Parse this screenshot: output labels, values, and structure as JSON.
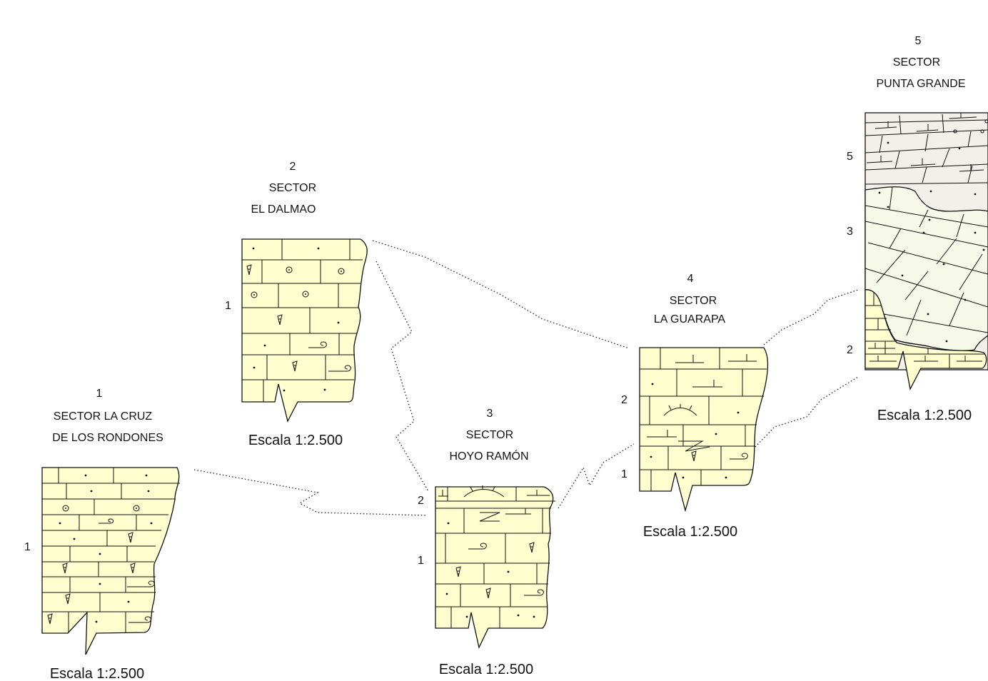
{
  "colors": {
    "limestone": "#fefecf",
    "upper_unit": "#f3efe9",
    "middle_unit": "#f6f8e8",
    "line": "#111111",
    "background": "#ffffff"
  },
  "sections": [
    {
      "number": "1",
      "title_line1": "SECTOR LA CRUZ",
      "title_line2": "DE LOS RONDONES",
      "scale": "Escala 1:2.500",
      "units": [
        "1"
      ]
    },
    {
      "number": "2",
      "title_line1": "SECTOR",
      "title_line2": "EL DALMAO",
      "scale": "Escala 1:2.500",
      "units": [
        "1"
      ]
    },
    {
      "number": "3",
      "title_line1": "SECTOR",
      "title_line2": "HOYO RAMÓN",
      "scale": "Escala 1:2.500",
      "units": [
        "2",
        "1"
      ]
    },
    {
      "number": "4",
      "title_line1": "SECTOR",
      "title_line2": "LA GUARAPA",
      "scale": "Escala 1:2.500",
      "units": [
        "2",
        "1"
      ]
    },
    {
      "number": "5",
      "title_line1": "SECTOR",
      "title_line2": "PUNTA GRANDE",
      "scale": "Escala 1:2.500",
      "units": [
        "5",
        "3",
        "2"
      ]
    }
  ],
  "symbols": {
    "fossil_icon": "shell-fossil-icon",
    "oolite_icon": "ooid-icon",
    "gastropod_icon": "gastropod-icon",
    "bivalve_icon": "bivalve-arc-icon",
    "chert_icon": "inverted-t-icon"
  }
}
